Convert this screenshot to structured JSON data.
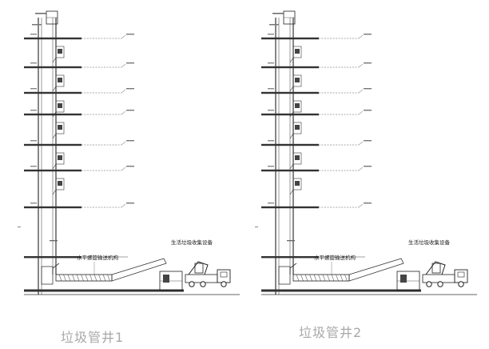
{
  "drawings": [
    {
      "caption": "垃圾管井1",
      "label_conveyor": "水平螺旋输送机构",
      "label_collection": "生活垃圾收集设备"
    },
    {
      "caption": "垃圾管井2",
      "label_conveyor": "水平螺旋输送机构",
      "label_collection": "生活垃圾收集设备"
    }
  ],
  "colors": {
    "line": "#222222",
    "thin": "#555555",
    "caption": "#a8a8a8"
  }
}
